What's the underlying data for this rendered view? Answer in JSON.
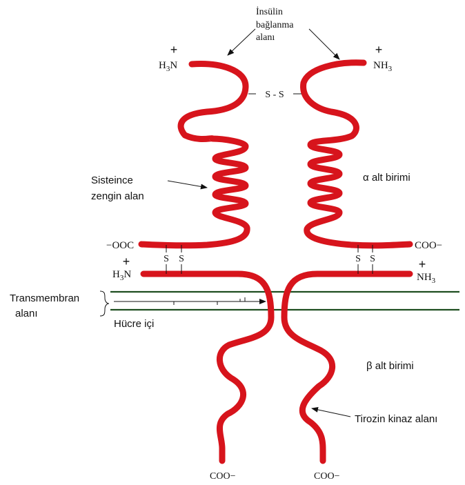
{
  "labels": {
    "insulin_binding": [
      "İnsülin",
      "bağlanma",
      "alanı"
    ],
    "ss_top": "S - S",
    "s": "S",
    "alpha_subunit": "α alt birimi",
    "beta_subunit": "β alt birimi",
    "cysteine_rich": [
      "Sisteince",
      "zengin alan"
    ],
    "transmembrane": [
      "Transmembran",
      "alanı"
    ],
    "intracellular": "Hücre içi",
    "tyrosine_kinase": "Tirozin kinaz alanı",
    "coo_minus": "COO",
    "ooc_minus": "OOC",
    "minus": "−",
    "plus": "+",
    "h3n": "H",
    "nh3": "NH",
    "three": "3",
    "n": "N"
  },
  "colors": {
    "chain": "#d7141c",
    "membrane": "#1d4d1f",
    "text": "#111111"
  }
}
